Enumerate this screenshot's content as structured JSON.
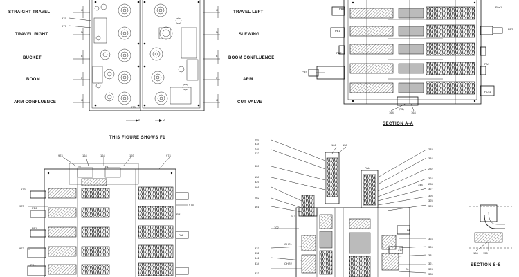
{
  "top_left_view": {
    "left_labels": [
      "STRAIGHT TRAVEL",
      "TRAVEL RIGHT",
      "BUCKET",
      "BOOM",
      "ARM CONFLUENCE"
    ],
    "right_labels": [
      "TRAVEL LEFT",
      "SLEWING",
      "BOOM CONFLUENCE",
      "ARM",
      "CUT VALVE"
    ],
    "section_markers": [
      "C",
      "D",
      "E",
      "F",
      "G"
    ],
    "bottom_markers": [
      "B",
      "A"
    ],
    "part_numbers": [
      "979",
      "977",
      "975"
    ]
  },
  "caption_left": "THIS FIGURE SHOWS  F1",
  "section_aa": {
    "title": "SECTION A-A",
    "port_labels": [
      "PBs",
      "PB1",
      "PB2",
      "PA1",
      "PA2",
      "PBS",
      "PAs1",
      "PCs1"
    ],
    "part_numbers": [
      "164",
      "(P3)",
      "164"
    ]
  },
  "section_bb": {
    "part_numbers": [
      "974",
      "164",
      "164",
      "193",
      "974",
      "973",
      "975",
      "973",
      "973"
    ],
    "port_labels": [
      "P2",
      "P1",
      "PB1",
      "PA2",
      "PA1",
      "PB2",
      "PBs"
    ]
  },
  "section_cc": {
    "left_part_numbers": [
      "293",
      "334",
      "233",
      "232",
      "328",
      "158",
      "325",
      "501",
      "262",
      "161",
      "102",
      "333",
      "332",
      "342",
      "334",
      "323"
    ],
    "right_part_numbers": [
      "233",
      "334",
      "232",
      "324",
      "233",
      "327",
      "326",
      "325",
      "323",
      "324",
      "326",
      "331",
      "321",
      "323",
      "333",
      "344"
    ],
    "top_part_numbers": [
      "166",
      "158"
    ],
    "port_labels": [
      "PAL",
      "PL1",
      "AL",
      "CHR1",
      "CP2",
      "CHR2",
      "BL"
    ]
  },
  "section_ss": {
    "title": "SECTION S-S",
    "part_numbers": [
      "186",
      "155"
    ]
  }
}
